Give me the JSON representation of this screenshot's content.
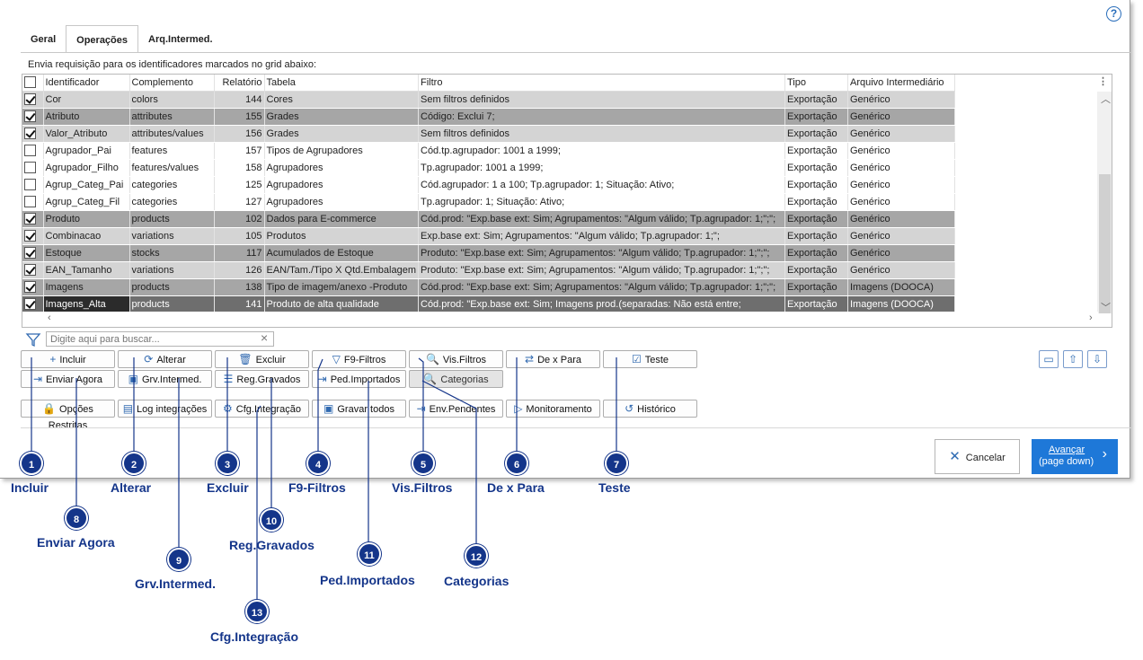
{
  "help_icon": "question-icon",
  "tabs": [
    {
      "label": "Geral",
      "active": false
    },
    {
      "label": "Operações",
      "active": true
    },
    {
      "label": "Arq.Intermed.",
      "active": false
    }
  ],
  "instruction": "Envia requisição para os identificadores marcados no grid abaixo:",
  "grid": {
    "columns": [
      "Identificador",
      "Complemento",
      "Relatório",
      "Tabela",
      "Filtro",
      "Tipo",
      "Arquivo Intermediário"
    ],
    "rows": [
      {
        "checked": true,
        "style": "light",
        "cells": [
          "Cor",
          "colors",
          "144",
          "Cores",
          "Sem filtros definidos",
          "Exportação",
          "Genérico"
        ]
      },
      {
        "checked": true,
        "style": "dark",
        "cells": [
          "Atributo",
          "attributes",
          "155",
          "Grades",
          "Código: Exclui 7;",
          "Exportação",
          "Genérico"
        ]
      },
      {
        "checked": true,
        "style": "light",
        "cells": [
          "Valor_Atributo",
          "attributes/values",
          "156",
          "Grades",
          "Sem filtros definidos",
          "Exportação",
          "Genérico"
        ]
      },
      {
        "checked": false,
        "style": "white",
        "cells": [
          "Agrupador_Pai",
          "features",
          "157",
          "Tipos de Agrupadores",
          "Cód.tp.agrupador: 1001 a 1999;",
          "Exportação",
          "Genérico"
        ]
      },
      {
        "checked": false,
        "style": "white",
        "cells": [
          "Agrupador_Filho",
          "features/values",
          "158",
          "Agrupadores",
          "Tp.agrupador: 1001 a 1999;",
          "Exportação",
          "Genérico"
        ]
      },
      {
        "checked": false,
        "style": "white",
        "cells": [
          "Agrup_Categ_Pai",
          "categories",
          "125",
          "Agrupadores",
          "Cód.agrupador: 1 a 100; Tp.agrupador: 1; Situação: Ativo;",
          "Exportação",
          "Genérico"
        ]
      },
      {
        "checked": false,
        "style": "white",
        "cells": [
          "Agrup_Categ_Fil",
          "categories",
          "127",
          "Agrupadores",
          "Tp.agrupador: 1; Situação: Ativo;",
          "Exportação",
          "Genérico"
        ]
      },
      {
        "checked": true,
        "style": "dark",
        "cells": [
          "Produto",
          "products",
          "102",
          "Dados para E-commerce",
          "Cód.prod: \"Exp.base ext: Sim; Agrupamentos: \"Algum válido; Tp.agrupador: 1;\";\";",
          "Exportação",
          "Genérico"
        ]
      },
      {
        "checked": true,
        "style": "light",
        "cells": [
          "Combinacao",
          "variations",
          "105",
          "Produtos",
          "Exp.base ext: Sim; Agrupamentos: \"Algum válido; Tp.agrupador: 1;\";",
          "Exportação",
          "Genérico"
        ]
      },
      {
        "checked": true,
        "style": "dark",
        "cells": [
          "Estoque",
          "stocks",
          "117",
          "Acumulados de Estoque",
          "Produto: \"Exp.base ext: Sim; Agrupamentos: \"Algum válido; Tp.agrupador: 1;\";\";",
          "Exportação",
          "Genérico"
        ]
      },
      {
        "checked": true,
        "style": "light",
        "cells": [
          "EAN_Tamanho",
          "variations",
          "126",
          "EAN/Tam./Tipo X Qtd.Embalagem",
          "Produto: \"Exp.base ext: Sim; Agrupamentos: \"Algum válido; Tp.agrupador: 1;\";\";",
          "Exportação",
          "Genérico"
        ]
      },
      {
        "checked": true,
        "style": "dark",
        "cells": [
          "Imagens",
          "products",
          "138",
          "Tipo de imagem/anexo -Produto",
          "Cód.prod: \"Exp.base ext: Sim; Agrupamentos: \"Algum válido; Tp.agrupador: 1;\";\";",
          "Exportação",
          "Imagens (DOOCA)"
        ]
      },
      {
        "checked": true,
        "style": "sel",
        "cells": [
          "Imagens_Alta",
          "products",
          "141",
          "Produto de alta qualidade",
          "Cód.prod: \"Exp.base ext: Sim; Imagens prod.(separadas: Não está entre;",
          "Exportação",
          "Imagens (DOOCA)"
        ]
      }
    ]
  },
  "search": {
    "placeholder": "Digite aqui para buscar..."
  },
  "buttons": {
    "incluir": "Incluir",
    "alterar": "Alterar",
    "excluir": "Excluir",
    "f9_filtros": "F9-Filtros",
    "vis_filtros": "Vis.Filtros",
    "de_x_para": "De x Para",
    "teste": "Teste",
    "enviar_agora": "Enviar Agora",
    "grv_intermed": "Grv.Intermed.",
    "reg_gravados": "Reg.Gravados",
    "ped_importados": "Ped.Importados",
    "categorias": "Categorias",
    "opcoes_restritas": "Opções Restritas",
    "log_integracoes": "Log integrações",
    "cfg_integracao": "Cfg.Integração",
    "gravar_todos": "Gravar todos",
    "env_pendentes": "Env.Pendentes",
    "monitoramento": "Monitoramento",
    "historico": "Histórico"
  },
  "footer": {
    "cancel": "Cancelar",
    "advance_line1": "Avançar",
    "advance_line2": "(page down)"
  },
  "callouts": [
    {
      "n": "1",
      "label": "Incluir"
    },
    {
      "n": "2",
      "label": "Alterar"
    },
    {
      "n": "3",
      "label": "Excluir"
    },
    {
      "n": "4",
      "label": "F9-Filtros"
    },
    {
      "n": "5",
      "label": "Vis.Filtros"
    },
    {
      "n": "6",
      "label": "De x Para"
    },
    {
      "n": "7",
      "label": "Teste"
    },
    {
      "n": "8",
      "label": "Enviar Agora"
    },
    {
      "n": "9",
      "label": "Grv.Intermed."
    },
    {
      "n": "10",
      "label": "Reg.Gravados"
    },
    {
      "n": "11",
      "label": "Ped.Importados"
    },
    {
      "n": "12",
      "label": "Categorias"
    },
    {
      "n": "13",
      "label": "Cfg.Integração"
    }
  ]
}
